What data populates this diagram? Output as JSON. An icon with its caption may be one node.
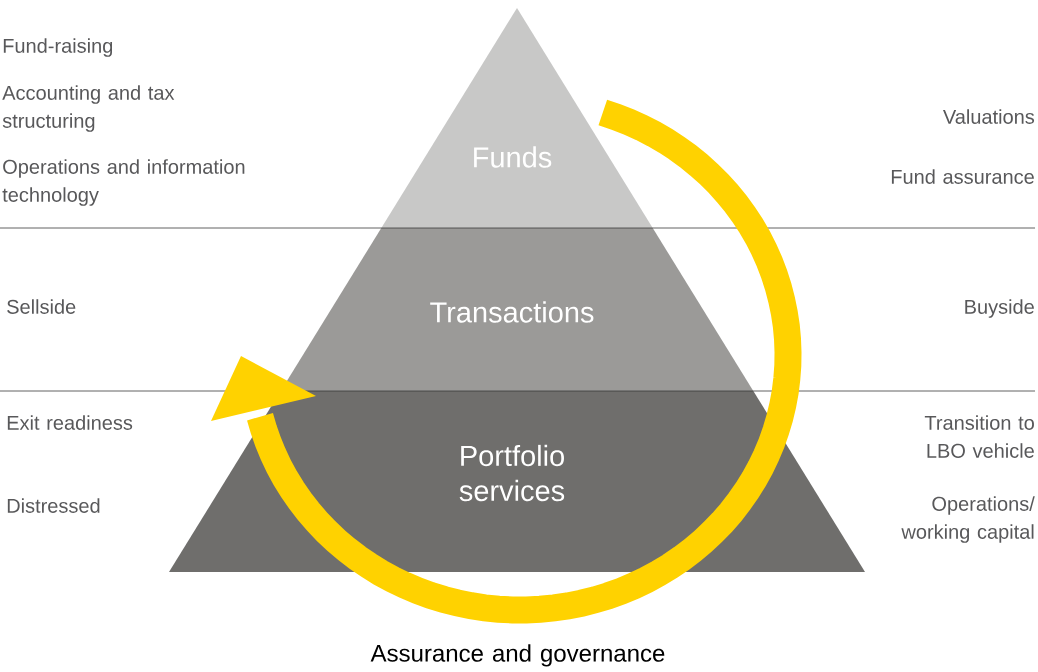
{
  "diagram": {
    "nodes": [
      {
        "text": [
          "Funds"
        ]
      },
      {
        "text": [
          "Transactions"
        ]
      },
      {
        "text": [
          "Portfolio services"
        ]
      }
    ],
    "labels": [
      "Fund-raising",
      "Accounting and tax structuring",
      "Valuations",
      "Operations and information technology",
      "Fund assurance",
      "Sellside",
      "Buyside",
      "Exit readiness",
      "Transition to LBO vehicle",
      "Distressed",
      "Operations/ working capital",
      "Assurance and governance"
    ]
  }
}
